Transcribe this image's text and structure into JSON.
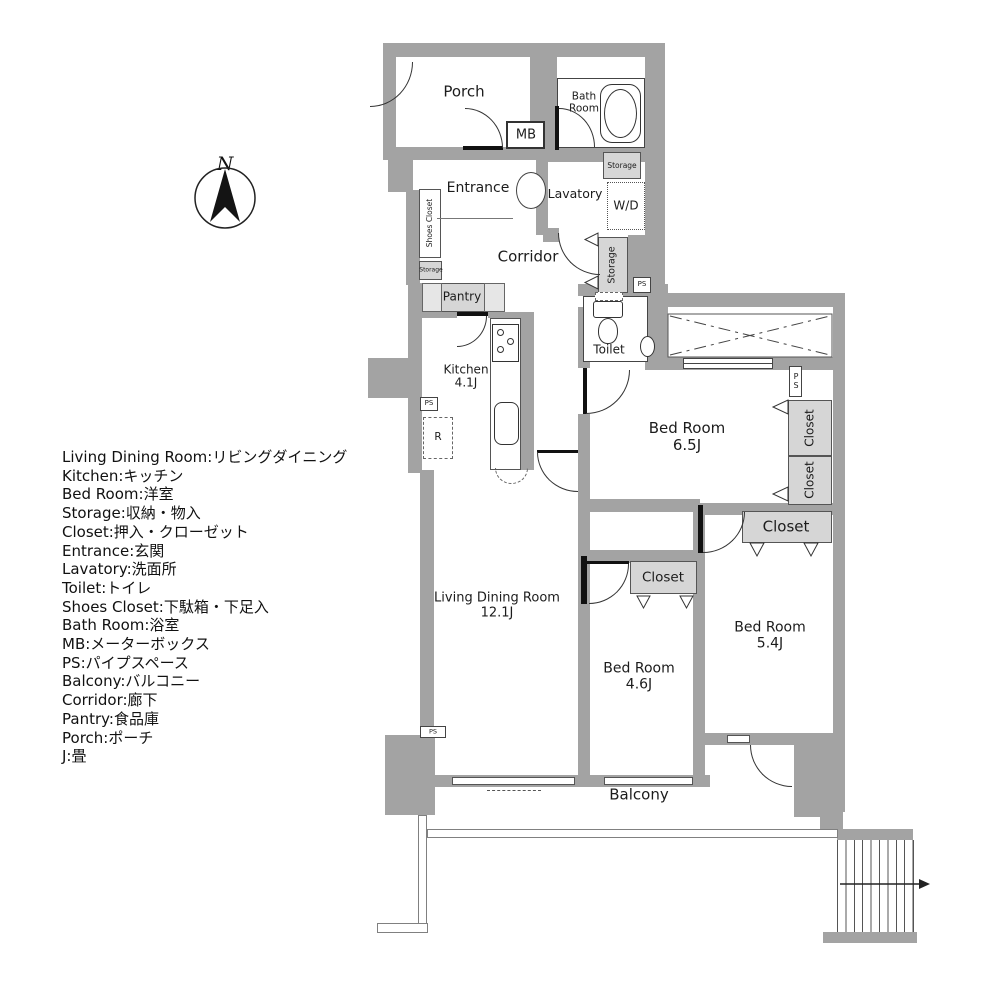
{
  "colors": {
    "wall": "#a3a3a3",
    "closet_fill": "#d6d6d6",
    "closet_fill_light": "#e6e6e6",
    "outline": "#333333"
  },
  "compass": {
    "north_label": "N"
  },
  "legend": {
    "items": [
      "Living Dining Room:リビングダイニング",
      "Kitchen:キッチン",
      "Bed Room:洋室",
      "Storage:収納・物入",
      "Closet:押入・クローゼット",
      "Entrance:玄関",
      "Lavatory:洗面所",
      "Toilet:トイレ",
      "Shoes Closet:下駄箱・下足入",
      "Bath Room:浴室",
      "MB:メーターボックス",
      "PS:パイプスペース",
      "Balcony:バルコニー",
      "Corridor:廊下",
      "Pantry:食品庫",
      "Porch:ポーチ",
      "J:畳"
    ]
  },
  "rooms": {
    "porch": {
      "label": "Porch"
    },
    "mb": {
      "label": "MB"
    },
    "bath": {
      "label": "Bath Room"
    },
    "entrance": {
      "label": "Entrance"
    },
    "lavatory": {
      "label": "Lavatory"
    },
    "wd": {
      "label": "W/D"
    },
    "shoes_closet": {
      "label": "Shoes Closet"
    },
    "corridor": {
      "label": "Corridor"
    },
    "pantry": {
      "label": "Pantry"
    },
    "kitchen": {
      "label": "Kitchen",
      "size": "4.1J"
    },
    "toilet": {
      "label": "Toilet"
    },
    "refrigerator": {
      "label": "R"
    },
    "bed_room_65": {
      "label": "Bed Room",
      "size": "6.5J"
    },
    "bed_room_46": {
      "label": "Bed Room",
      "size": "4.6J"
    },
    "bed_room_54": {
      "label": "Bed Room",
      "size": "5.4J"
    },
    "living_dining": {
      "label": "Living Dining Room",
      "size": "12.1J"
    },
    "balcony": {
      "label": "Balcony"
    },
    "storage": {
      "label": "Storage"
    },
    "closet": {
      "label": "Closet"
    },
    "ps": {
      "label": "PS"
    }
  }
}
